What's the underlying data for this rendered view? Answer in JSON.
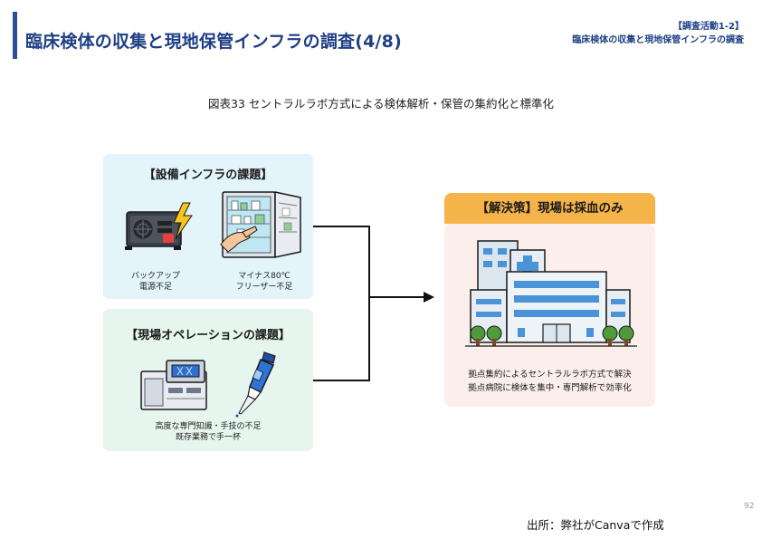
{
  "header": {
    "title": "臨床検体の収集と現地保管インフラの調査(4/8)",
    "section_tag": "【調査活動1-2】",
    "section_subtitle": "臨床検体の収集と現地保管インフラの調査"
  },
  "figure": {
    "caption": "図表33 セントラルラボ方式による検体解析・保管の集約化と標準化"
  },
  "infra_panel": {
    "title": "【設備インフラの課題】",
    "items": [
      {
        "label_line1": "バックアップ",
        "label_line2": "電源不足"
      },
      {
        "label_line1": "マイナス80℃",
        "label_line2": "フリーザー不足"
      }
    ]
  },
  "ops_panel": {
    "title": "【現場オペレーションの課題】",
    "desc_line1": "高度な専門知識・手技の不足",
    "desc_line2": "既存業務で手一杯"
  },
  "solution": {
    "title": "【解決策】現場は採血のみ",
    "desc_line1": "拠点集約によるセントラルラボ方式で解決",
    "desc_line2": "拠点病院に検体を集中・専門解析で効率化"
  },
  "footer": {
    "source": "出所：弊社がCanvaで作成",
    "page_number": "92"
  },
  "colors": {
    "brand": "#1f3f85",
    "infra_panel_bg": "#e3f4fb",
    "ops_panel_bg": "#e6f6ef",
    "solution_header": "#f5b44a",
    "solution_bg": "#fcefeb"
  }
}
